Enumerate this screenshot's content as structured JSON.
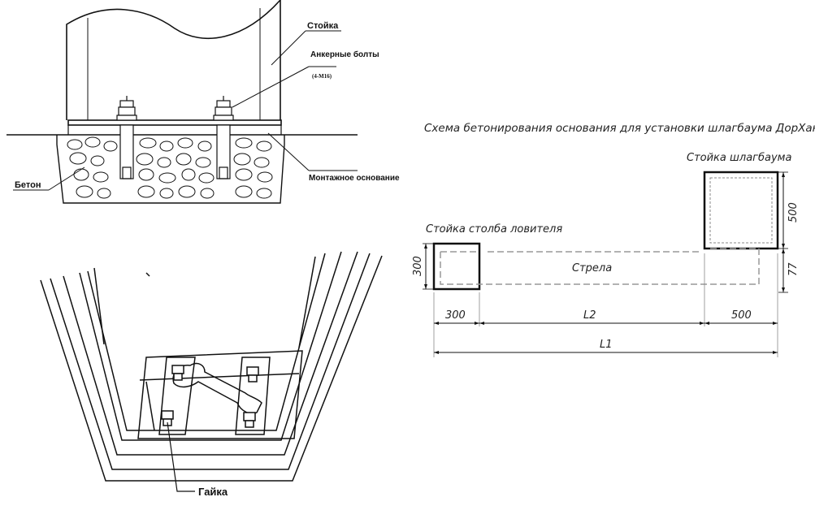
{
  "anchor_diagram": {
    "label_stand": "Стойка",
    "label_anchor_bolts": "Анкерные болты",
    "label_bolt_spec": "(4-M16)",
    "label_concrete": "Бетон",
    "label_mount_base": "Монтажное основание"
  },
  "wrench_diagram": {
    "label_nut": "Гайка"
  },
  "concrete_scheme": {
    "title": "Схема бетонирования основания для установки шлагбаума ДорХан",
    "label_barrier_stand": "Стойка шлагбаума",
    "label_catcher_post": "Стойка столба ловителя",
    "label_boom": "Стрела",
    "dim_catcher_height": "300",
    "dim_stand_height": "500",
    "dim_offset": "77",
    "dim_catcher_width": "300",
    "dim_l2": "L2",
    "dim_stand_width": "500",
    "dim_l1": "L1"
  }
}
